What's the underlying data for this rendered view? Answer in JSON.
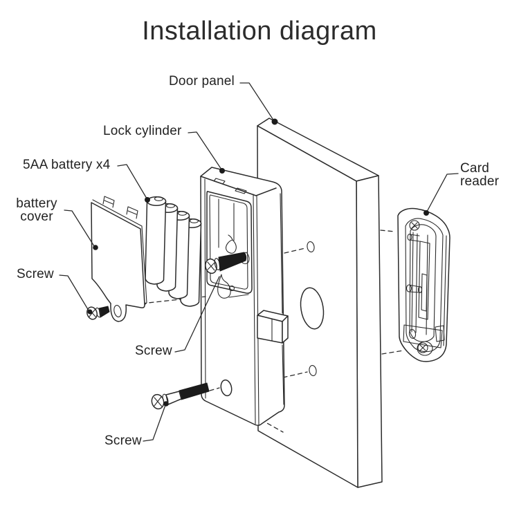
{
  "title": "Installation diagram",
  "labels": {
    "door_panel": "Door panel",
    "lock_cylinder": "Lock cylinder",
    "battery": "5AA battery x4",
    "battery_cover_line1": "battery",
    "battery_cover_line2": "cover",
    "screw_top_left": "Screw",
    "screw_middle": "Screw",
    "screw_bottom": "Screw",
    "card_reader_line1": "Card",
    "card_reader_line2": "reader"
  },
  "colors": {
    "line": "#2a2a2a",
    "black_fill": "#1b1b1b",
    "background": "#ffffff",
    "text": "#222222"
  }
}
